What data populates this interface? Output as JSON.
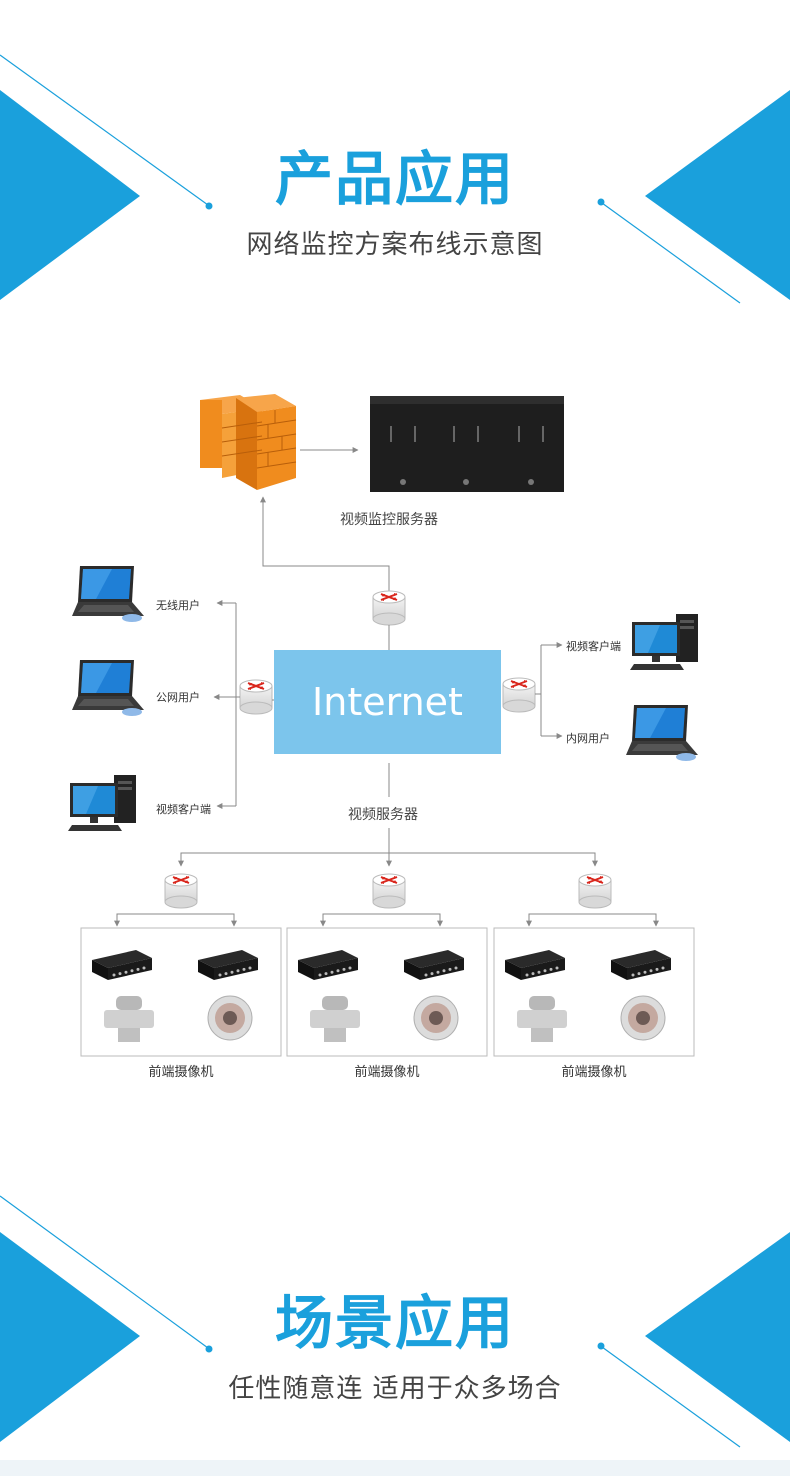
{
  "top_banner": {
    "title": "产品应用",
    "subtitle": "网络监控方案布线示意图"
  },
  "diagram": {
    "center_label": "Internet",
    "server_group_label": "视频监控服务器",
    "video_server_label": "视频服务器",
    "left_clients": [
      "无线用户",
      "公网用户",
      "视频客户端"
    ],
    "right_clients": [
      "视频客户端",
      "内网用户"
    ],
    "camera_groups": [
      "前端摄像机",
      "前端摄像机",
      "前端摄像机"
    ]
  },
  "bottom_banner": {
    "title": "场景应用",
    "subtitle": "任性随意连 适用于众多场合"
  },
  "colors": {
    "accent": "#1aa0dc",
    "internet_box": "#7cc5ec",
    "firewall": "#f08c1e",
    "router_arrow": "#d9261c"
  }
}
